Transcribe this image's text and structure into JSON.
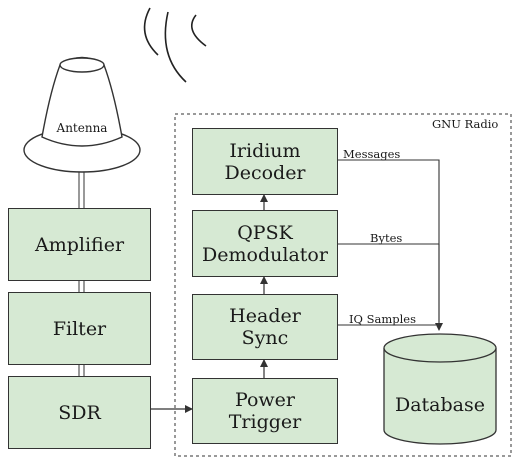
{
  "antenna": {
    "label": "Antenna"
  },
  "gnu_radio": {
    "label": "GNU Radio"
  },
  "left_chain": {
    "amplifier": "Amplifier",
    "filter": "Filter",
    "sdr": "SDR"
  },
  "gnu_blocks": {
    "iridium_decoder": "Iridium\nDecoder",
    "qpsk_demodulator": "QPSK\nDemodulator",
    "header_sync": "Header\nSync",
    "power_trigger": "Power\nTrigger"
  },
  "outputs": {
    "messages": "Messages",
    "bytes": "Bytes",
    "iq_samples": "IQ Samples"
  },
  "database": {
    "label": "Database"
  },
  "colors": {
    "block_fill": "#d6e9d3",
    "stroke": "#333333",
    "antenna_fill": "#ffffff"
  }
}
